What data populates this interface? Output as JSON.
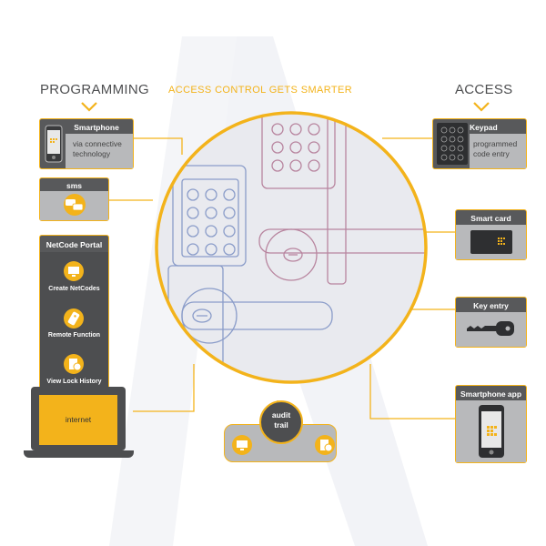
{
  "colors": {
    "accent": "#f3b31b",
    "dark": "#4d4e50",
    "mid_gray": "#b8b9bb",
    "lock_line_blue": "#8a9cc9",
    "lock_line_purple": "#b8859f"
  },
  "headers": {
    "programming": "PROGRAMMING",
    "center_title": "ACCESS CONTROL GETS SMARTER",
    "access": "ACCESS"
  },
  "left": {
    "smartphone": {
      "title": "Smartphone",
      "desc_line1": "via connective",
      "desc_line2": "technology",
      "icon": "smartphone-icon"
    },
    "sms": {
      "title": "sms",
      "icon": "sms-icon"
    },
    "portal": {
      "title": "NetCode Portal",
      "items": [
        {
          "label": "Create NetCodes",
          "icon": "monitor-icon"
        },
        {
          "label": "Remote Function",
          "icon": "remote-icon"
        },
        {
          "label": "View Lock History",
          "icon": "history-icon"
        }
      ]
    },
    "laptop": {
      "screen_label": "internet",
      "icon": "laptop-icon"
    }
  },
  "bottom": {
    "audit_trail_line1": "audit",
    "audit_trail_line2": "trail",
    "icons": [
      "monitor-icon",
      "history-icon"
    ]
  },
  "right": {
    "keypad": {
      "title": "Keypad",
      "desc_line1": "programmed",
      "desc_line2": "code entry",
      "icon": "keypad-icon"
    },
    "smart_card": {
      "title": "Smart card",
      "icon": "card-icon"
    },
    "key_entry": {
      "title": "Key entry",
      "icon": "key-icon"
    },
    "smartphone_app": {
      "title": "Smartphone app",
      "icon": "phone-app-icon"
    }
  }
}
